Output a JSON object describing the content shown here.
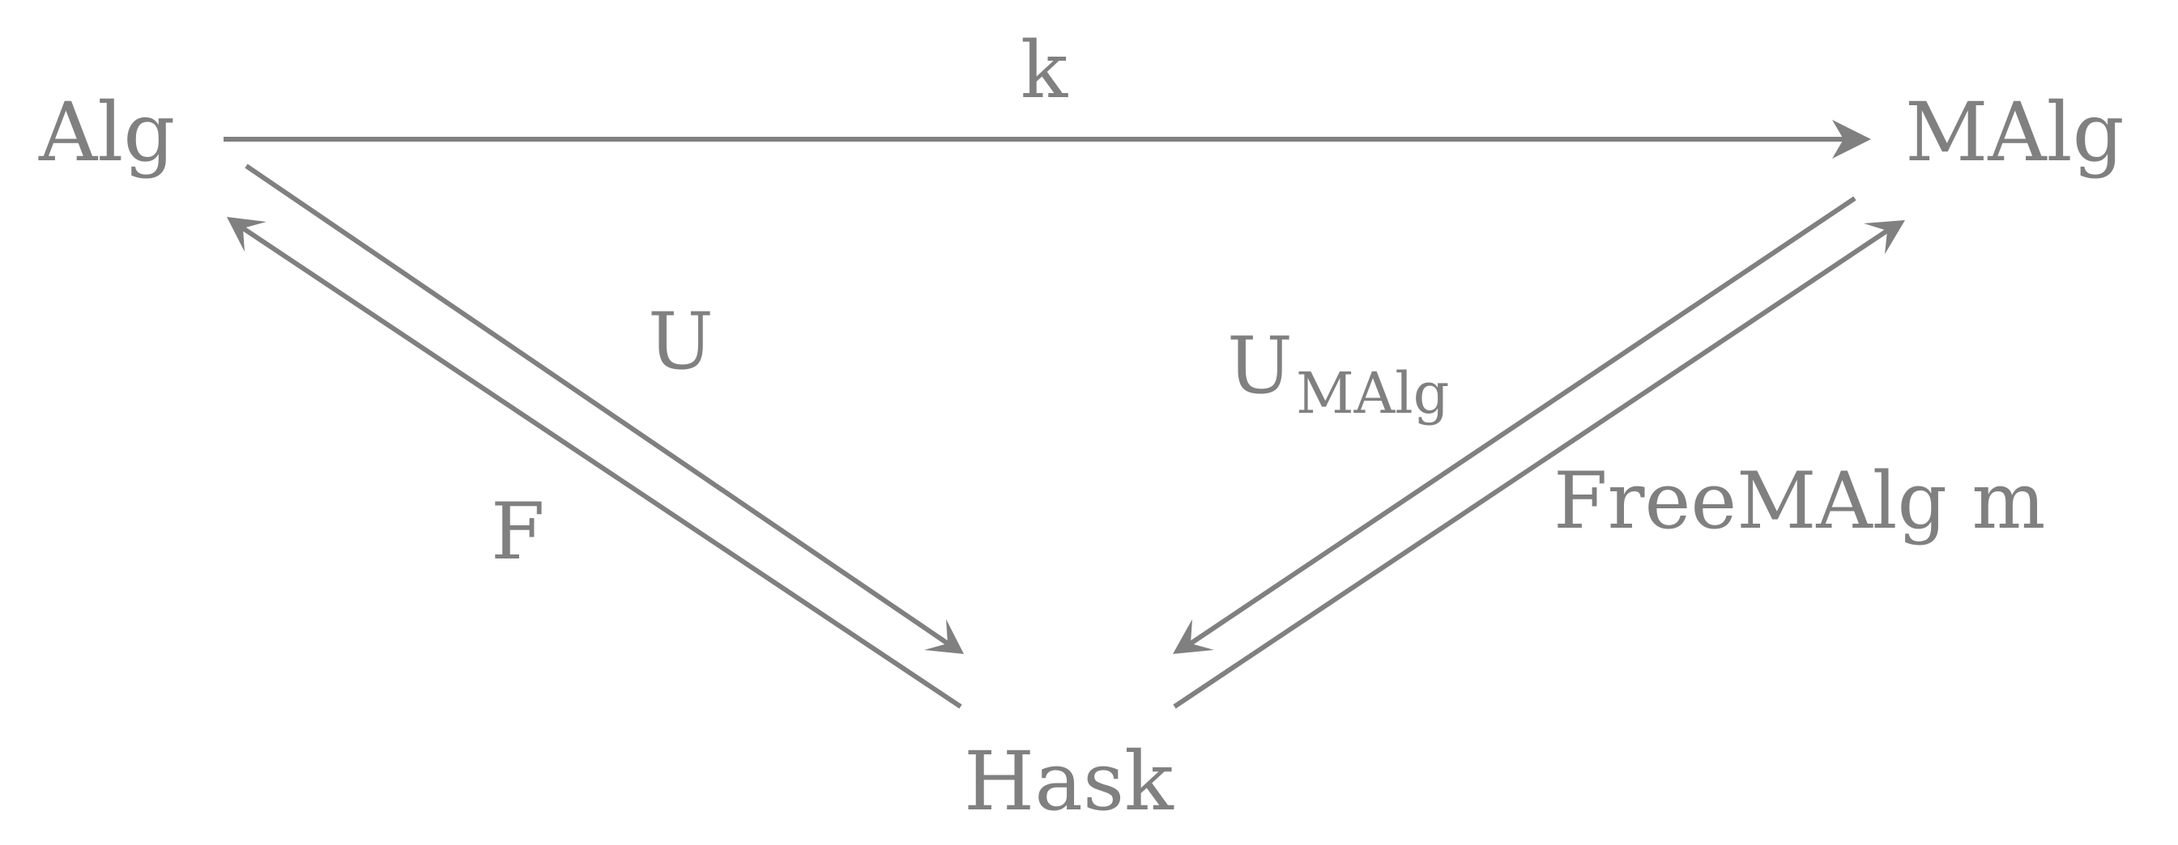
{
  "diagram": {
    "nodes": {
      "alg": "Alg",
      "malg": "MAlg",
      "hask": "Hask"
    },
    "edges": {
      "k": {
        "label": "k",
        "from": "Alg",
        "to": "MAlg"
      },
      "u": {
        "label": "U",
        "from": "Alg",
        "to": "Hask"
      },
      "f": {
        "label": "F",
        "from": "Hask",
        "to": "Alg"
      },
      "u_malg": {
        "label": "U",
        "subscript": "MAlg",
        "from": "MAlg",
        "to": "Hask"
      },
      "free_malg": {
        "label": "FreeMAlg m",
        "from": "Hask",
        "to": "MAlg"
      }
    },
    "colors": {
      "stroke": "#808080",
      "text": "#808080",
      "background": "#ffffff"
    }
  }
}
